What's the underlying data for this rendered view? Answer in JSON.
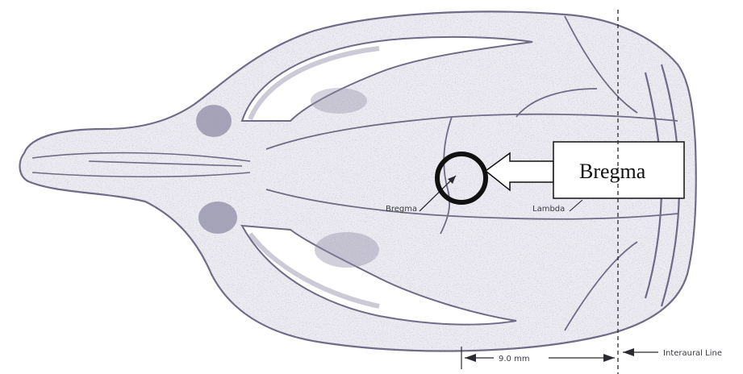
{
  "diagram": {
    "labels": {
      "bregma_small": "Bregma",
      "lambda_small": "Lambda",
      "callout": "Bregma",
      "distance": "9.0 mm",
      "interaural": "Interaural Line"
    },
    "colors": {
      "bone_fill": "#e9e8ee",
      "bone_line": "#6e6b86",
      "bone_shade": "#b9b6c6",
      "ink": "#111111"
    }
  }
}
